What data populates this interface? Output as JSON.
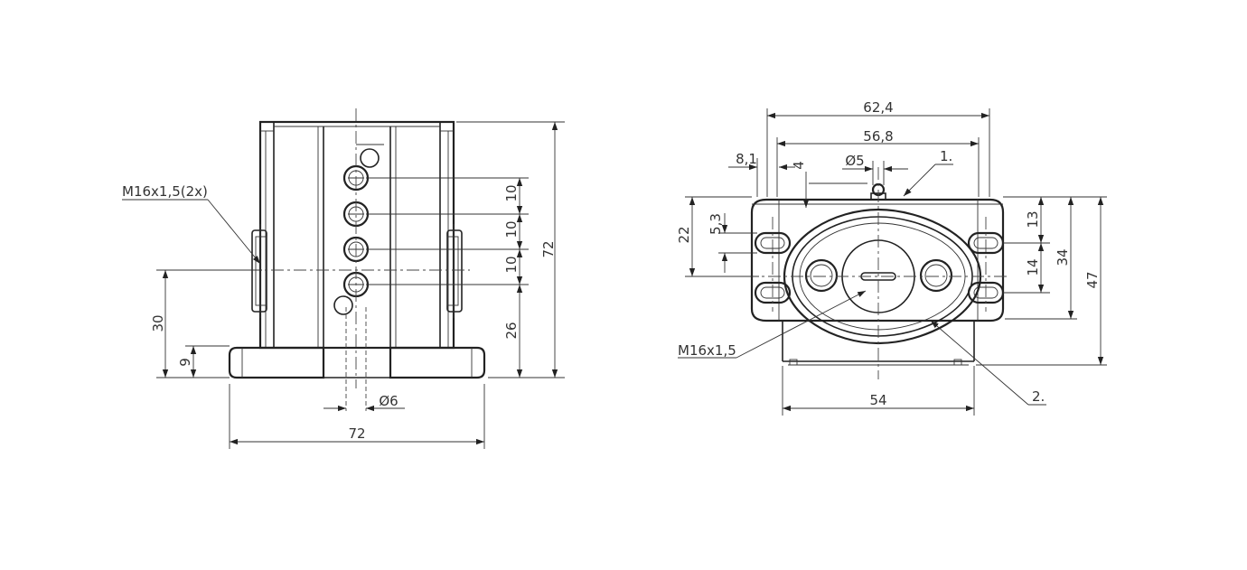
{
  "left_view": {
    "labels": {
      "thread_2x": "M16x1,5(2x)",
      "height_total": "72",
      "pitch_top": "10",
      "pitch_mid": "10",
      "pitch_low": "10",
      "height_26": "26",
      "height_30": "30",
      "height_9": "9",
      "diameter_6": "Ø6",
      "width_72": "72"
    }
  },
  "right_view": {
    "labels": {
      "width_62_4": "62,4",
      "width_56_8": "56,8",
      "width_8_1": "8,1",
      "offset_4": "4",
      "diameter_5": "Ø5",
      "callout_1": "1.",
      "height_22": "22",
      "slot_5_3": "5,3",
      "height_13": "13",
      "height_14": "14",
      "height_34": "34",
      "height_47": "47",
      "thread_single": "M16x1,5",
      "callout_2": "2.",
      "width_54": "54"
    }
  }
}
